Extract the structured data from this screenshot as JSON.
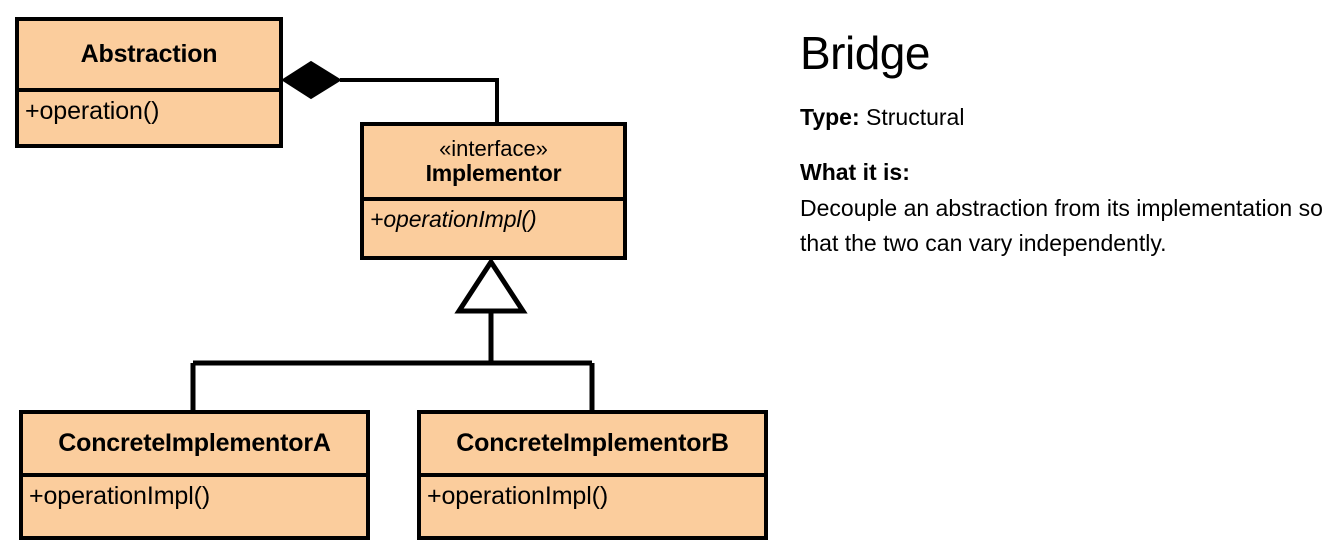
{
  "diagram": {
    "type": "uml-class-diagram",
    "classes": [
      {
        "id": "abstraction",
        "name": "Abstraction",
        "stereotype": "",
        "abstract": false,
        "members": [
          "+operation()"
        ]
      },
      {
        "id": "implementor",
        "name": "Implementor",
        "stereotype": "«interface»",
        "abstract": true,
        "members": [
          "+operationImpl()"
        ]
      },
      {
        "id": "concrete_a",
        "name": "ConcreteImplementorA",
        "stereotype": "",
        "abstract": false,
        "members": [
          "+operationImpl()"
        ]
      },
      {
        "id": "concrete_b",
        "name": "ConcreteImplementorB",
        "stereotype": "",
        "abstract": false,
        "members": [
          "+operationImpl()"
        ]
      }
    ],
    "relationships": [
      {
        "kind": "composition",
        "from": "abstraction",
        "to": "implementor",
        "marker": "filled-diamond"
      },
      {
        "kind": "generalization",
        "from": "concrete_a",
        "to": "implementor",
        "marker": "hollow-triangle"
      },
      {
        "kind": "generalization",
        "from": "concrete_b",
        "to": "implementor",
        "marker": "hollow-triangle"
      }
    ],
    "colors": {
      "class_fill": "#fbcd9d",
      "class_stroke": "#000000",
      "connector": "#000000",
      "background": "#ffffff",
      "text": "#000000"
    }
  },
  "info": {
    "title": "Bridge",
    "type_label": "Type:",
    "type_value": "Structural",
    "what_heading": "What it is:",
    "what_text": "Decouple an abstraction from its implementation so that the two can vary independently."
  }
}
